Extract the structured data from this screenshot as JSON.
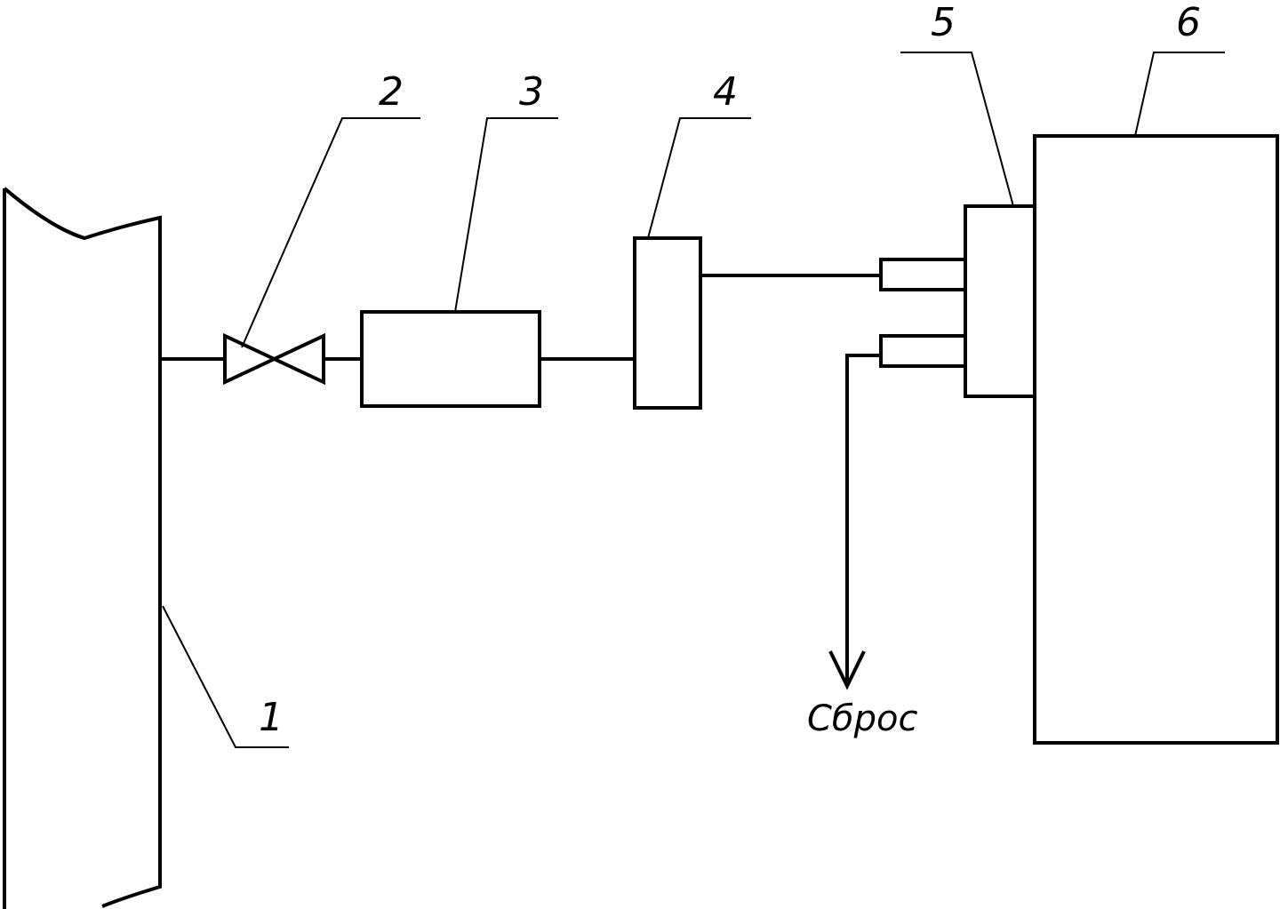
{
  "labels": {
    "l1": "1",
    "l2": "2",
    "l3": "3",
    "l4": "4",
    "l5": "5",
    "l6": "6"
  },
  "discharge_label": "Сброс"
}
